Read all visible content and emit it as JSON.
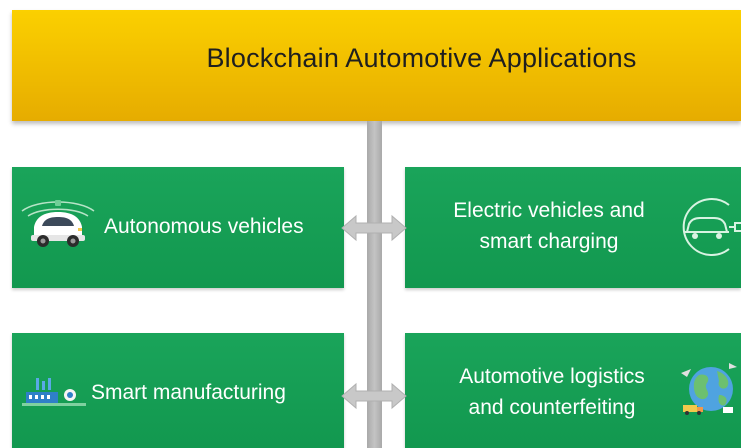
{
  "header": {
    "title": "Blockchain Automotive Applications"
  },
  "boxes": {
    "autonomous": {
      "label": "Autonomous vehicles",
      "icon": "self-driving-car-icon"
    },
    "electric": {
      "line1": "Electric vehicles and",
      "line2": "smart charging",
      "icon": "ev-charging-icon"
    },
    "manufacturing": {
      "label": "Smart manufacturing",
      "icon": "factory-robot-icon"
    },
    "logistics": {
      "line1": "Automotive logistics",
      "line2": "and counterfeiting",
      "icon": "globe-logistics-icon"
    }
  },
  "colors": {
    "header": "#f5c200",
    "box": "#16a055",
    "spine": "#b3b3b3",
    "arrow": "#c8c8c8"
  }
}
